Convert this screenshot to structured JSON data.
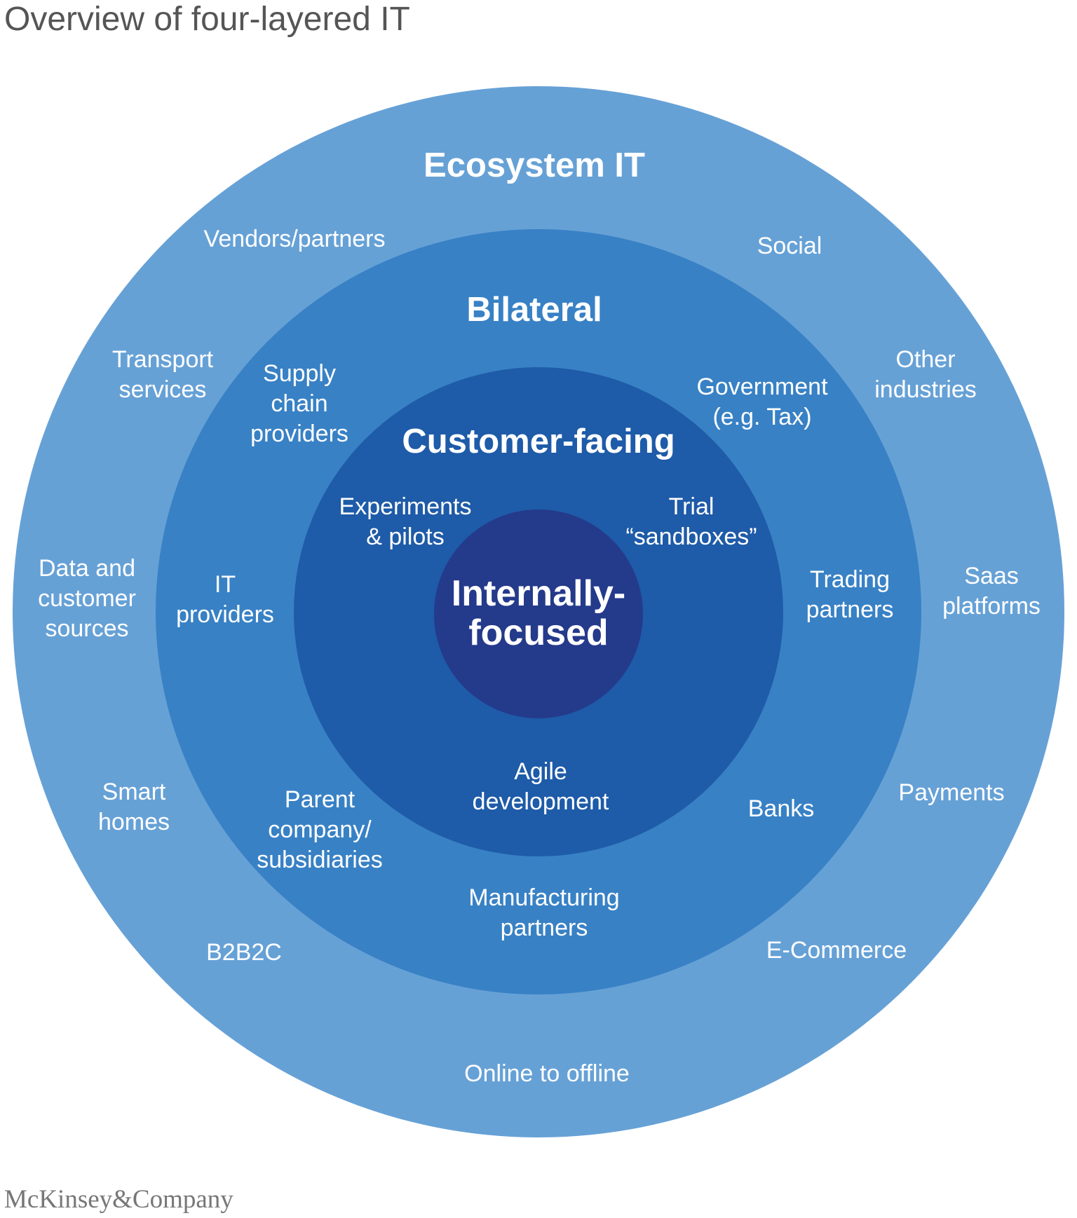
{
  "title": "Overview of four-layered IT",
  "colors": {
    "ecosystem": "#66a1d6",
    "bilateral": "#3881c5",
    "customer_facing": "#1e5ba8",
    "internally_focused": "#243a8b",
    "title_text": "#555555",
    "label_text": "#ffffff"
  },
  "layers": {
    "ecosystem": {
      "name": "Ecosystem IT",
      "items": {
        "vendors": "Vendors/partners",
        "social": "Social",
        "transport": "Transport\nservices",
        "other_industries": "Other\nindustries",
        "data_sources": "Data and\ncustomer\nsources",
        "saas": "Saas\nplatforms",
        "smart_homes": "Smart\nhomes",
        "payments": "Payments",
        "b2b2c": "B2B2C",
        "ecommerce": "E-Commerce",
        "online_offline": "Online to offline"
      }
    },
    "bilateral": {
      "name": "Bilateral",
      "items": {
        "supply_chain": "Supply\nchain\nproviders",
        "government": "Government\n(e.g. Tax)",
        "it_providers": "IT\nproviders",
        "trading_partners": "Trading\npartners",
        "parent_company": "Parent\ncompany/\nsubsidiaries",
        "banks": "Banks",
        "manufacturing": "Manufacturing\npartners"
      }
    },
    "customer_facing": {
      "name": "Customer-facing",
      "items": {
        "experiments": "Experiments\n& pilots",
        "trial": "Trial\n“sandboxes”",
        "agile": "Agile\ndevelopment"
      }
    },
    "internally_focused": {
      "name": "Internally-\nfocused"
    }
  },
  "footer": {
    "brand": "McKinsey&Company"
  }
}
